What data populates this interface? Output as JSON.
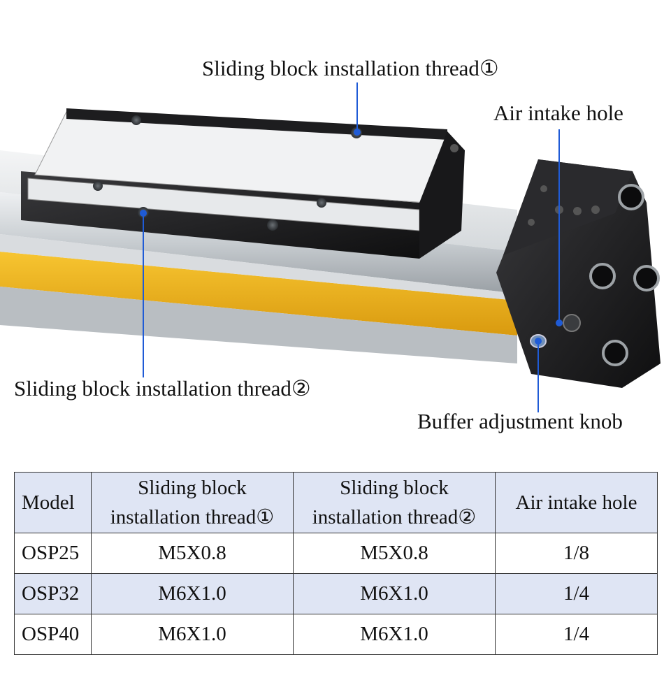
{
  "callouts": {
    "thread1": "Sliding block installation thread①",
    "air_intake": "Air intake hole",
    "thread2": "Sliding block installation thread②",
    "buffer": "Buffer adjustment knob"
  },
  "table": {
    "headers": [
      "Model",
      "Sliding block installation thread①",
      "Sliding block installation thread②",
      "Air intake hole"
    ],
    "rows": [
      [
        "OSP25",
        "M5X0.8",
        "M5X0.8",
        "1/8"
      ],
      [
        "OSP32",
        "M6X1.0",
        "M6X1.0",
        "1/4"
      ],
      [
        "OSP40",
        "M6X1.0",
        "M6X1.0",
        "1/4"
      ]
    ]
  },
  "colors": {
    "rail": "#c9ced2",
    "yellow_strip": "#f2b21a",
    "black_block": "#1b1b1d",
    "callout_line": "#1f5bd6",
    "table_header_bg": "#dfe5f4"
  }
}
